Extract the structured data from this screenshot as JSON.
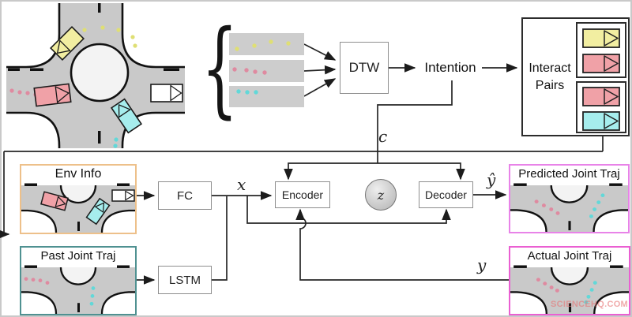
{
  "diagram": {
    "pipeline": {
      "dtw": "DTW",
      "intention": "Intention",
      "interact_pairs": {
        "line1": "Interact",
        "line2": "Pairs"
      },
      "fc": "FC",
      "lstm": "LSTM",
      "encoder": "Encoder",
      "decoder": "Decoder",
      "latent": "z"
    },
    "inputs": {
      "env_info": "Env Info",
      "past_joint_traj": "Past Joint Traj"
    },
    "outputs": {
      "predicted_joint_traj": "Predicted Joint Traj",
      "actual_joint_traj": "Actual Joint Traj"
    },
    "math": {
      "context": "c",
      "input": "x",
      "prediction": "ŷ",
      "ground_truth": "y"
    },
    "brace": "{",
    "watermark": "SCIENCEHQ.COM"
  },
  "colors": {
    "agent_yellow": "#f2eea1",
    "agent_pink": "#f0a1a7",
    "agent_cyan": "#a6eded",
    "agent_white": "#ffffff",
    "dot_yellow": "#dfdf74",
    "dot_pink": "#df8aa0",
    "dot_cyan": "#62d8d8",
    "road": "#c9c9c9",
    "island": "#f3f3f3",
    "env_border": "#edc08a",
    "past_border": "#4f9191",
    "predicted_border": "#e883e8",
    "actual_border": "#ea5fd2"
  }
}
